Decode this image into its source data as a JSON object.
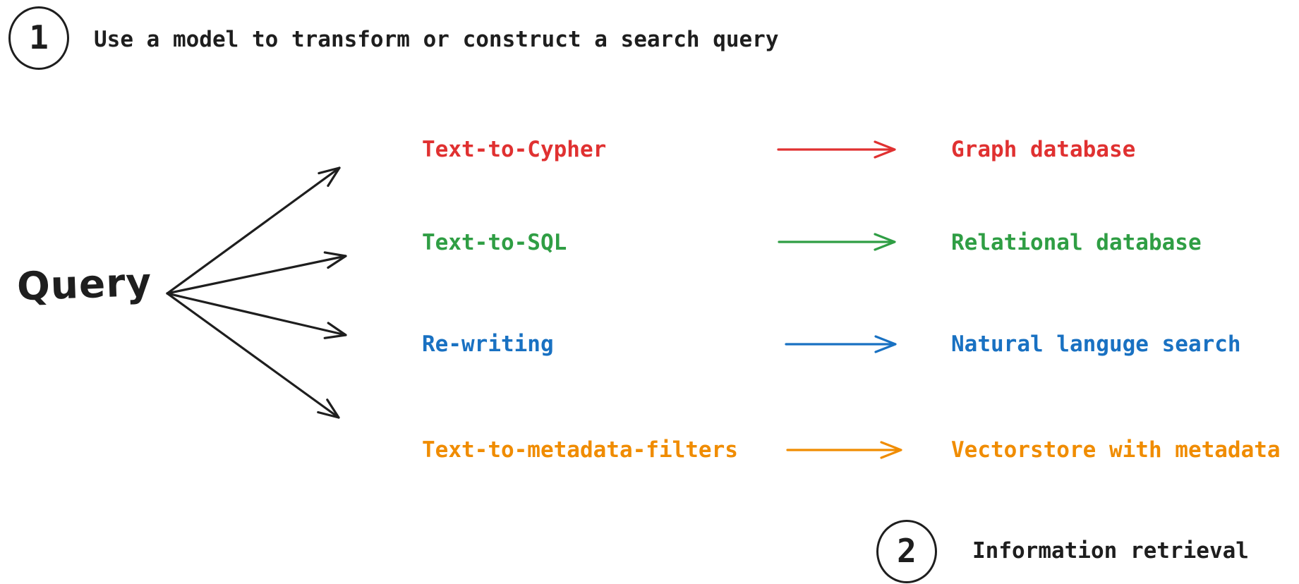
{
  "background_color": "#ffffff",
  "ink_color": "#1e1e1e",
  "step1": {
    "number": "1",
    "label": "Use a model to transform or construct a search query"
  },
  "step2": {
    "number": "2",
    "label": "Information retrieval"
  },
  "query_label": "Query",
  "rows": [
    {
      "method": "Text-to-Cypher",
      "target": "Graph database",
      "color": "#e03131"
    },
    {
      "method": "Text-to-SQL",
      "target": "Relational database",
      "color": "#2f9e44"
    },
    {
      "method": "Re-writing",
      "target": "Natural languge search",
      "color": "#1971c2"
    },
    {
      "method": "Text-to-metadata-filters",
      "target": "Vectorstore with metadata",
      "color": "#f08c00"
    }
  ]
}
